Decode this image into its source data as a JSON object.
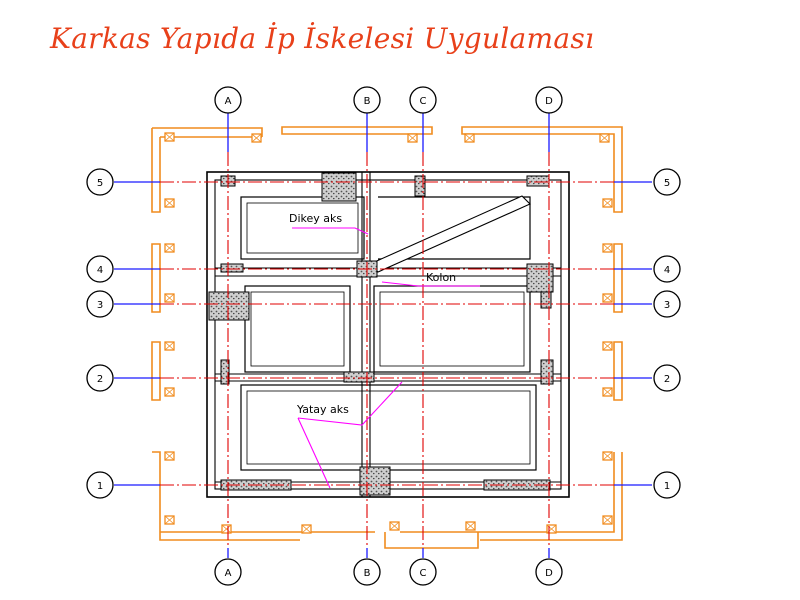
{
  "title": "Karkas Yapıda İp İskelesi Uygulaması",
  "colors": {
    "title": "#e8401a",
    "axis_line": "#e00000",
    "axis_lead": "#1a1aff",
    "scaffold": "#f08c1e",
    "wall": "#000000",
    "annotation_leader": "#ff00ff"
  },
  "vertical_axes": [
    {
      "id": "A",
      "label": "A"
    },
    {
      "id": "B",
      "label": "B"
    },
    {
      "id": "C",
      "label": "C"
    },
    {
      "id": "D",
      "label": "D"
    }
  ],
  "horizontal_axes": [
    {
      "id": "5",
      "label": "5"
    },
    {
      "id": "4",
      "label": "4"
    },
    {
      "id": "3",
      "label": "3"
    },
    {
      "id": "2",
      "label": "2"
    },
    {
      "id": "1",
      "label": "1"
    }
  ],
  "annotations": {
    "vertical_axis": "Dikey aks",
    "column": "Kolon",
    "horizontal_axis": "Yatay aks"
  }
}
